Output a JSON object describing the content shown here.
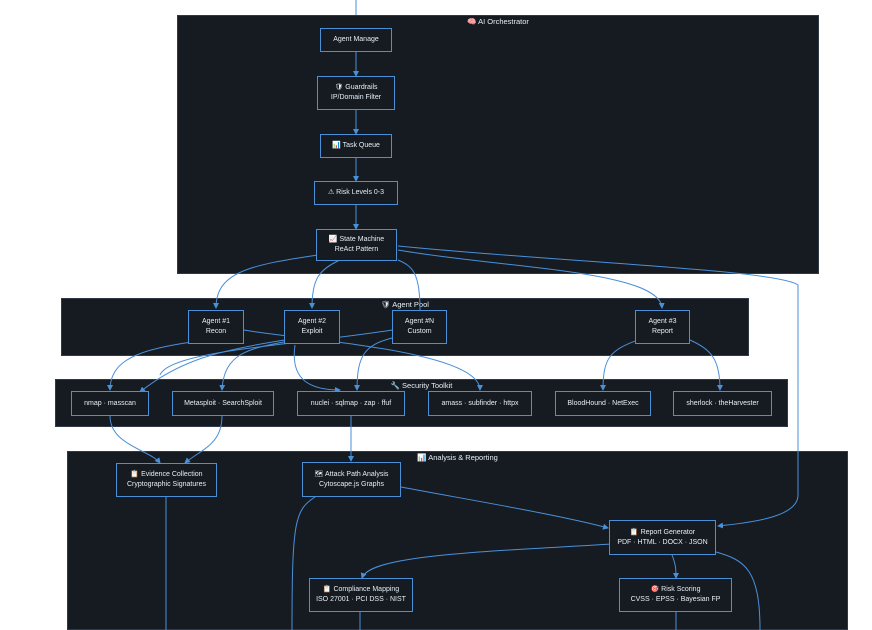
{
  "clusters": {
    "orchestrator": "🧠 AI Orchestrator",
    "agent_pool": "🛡 Agent Pool",
    "toolkit": "🔧 Security Toolkit",
    "analysis": "📊 Analysis & Reporting"
  },
  "nodes": {
    "agent_manager": "Agent Manage",
    "guardrails_1": "🛡 Guardrails",
    "guardrails_2": "IP/Domain Filter",
    "task_queue": "📊 Task Queue",
    "risk_levels": "⚠ Risk Levels 0-3",
    "state_machine_1": "📈 State Machine",
    "state_machine_2": "ReAct Pattern",
    "agent1_1": "Agent #1",
    "agent1_2": "Recon",
    "agent2_1": "Agent #2",
    "agent2_2": "Exploit",
    "agentN_1": "Agent #N",
    "agentN_2": "Custom",
    "agent3_1": "Agent #3",
    "agent3_2": "Report",
    "tool_nmap": "nmap · masscan",
    "tool_metasploit": "Metasploit · SearchSploit",
    "tool_nuclei": "nuclei · sqlmap · zap · ffuf",
    "tool_amass": "amass · subfinder · httpx",
    "tool_bloodhound": "BloodHound · NetExec",
    "tool_sherlock": "sherlock · theHarvester",
    "evidence_1": "📋 Evidence Collection",
    "evidence_2": "Cryptographic Signatures",
    "attack_path_1": "🗺 Attack Path Analysis",
    "attack_path_2": "Cytoscape.js Graphs",
    "report_gen_1": "📋 Report Generator",
    "report_gen_2": "PDF · HTML · DOCX · JSON",
    "compliance_1": "📋 Compliance Mapping",
    "compliance_2": "ISO 27001 · PCI DSS · NIST",
    "risk_scoring_1": "🎯 Risk Scoring",
    "risk_scoring_2": "CVSS · EPSS · Bayesian FP"
  },
  "colors": {
    "background": "#ffffff",
    "cluster_fill": "#161b22",
    "node_border": "#4a90d9",
    "edge": "#4a90d9",
    "text": "#e6edf3"
  }
}
